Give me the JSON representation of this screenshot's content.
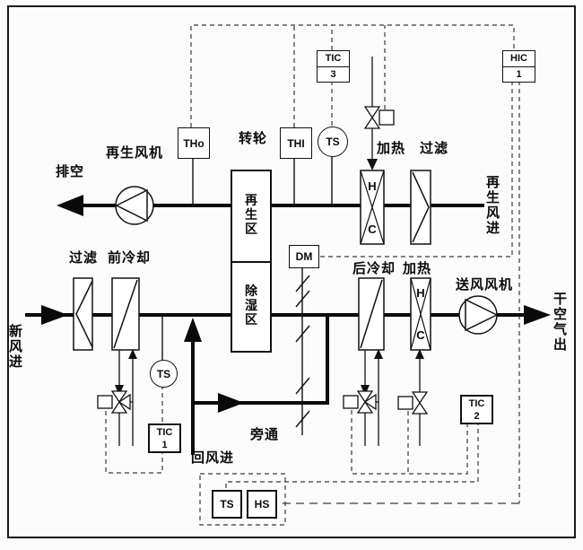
{
  "colors": {
    "line": "#0a0a0a",
    "signal": "#3a3a3a",
    "background": "#fbfbfb"
  },
  "labels": {
    "exhaust": "排空",
    "regen_fan": "再生风机",
    "wheel": "转轮",
    "regen_heat": "加热",
    "regen_filter": "过滤",
    "regen_air_in": "再生风进",
    "fresh_filter": "过滤",
    "pre_cooler": "前冷却",
    "fresh_air_in": "新风进",
    "regen_zone": "再生区",
    "dehumid_zone": "除湿区",
    "after_cooler": "后冷却",
    "supply_heat": "加热",
    "supply_fan": "送风风机",
    "dry_air_out": "干空气出",
    "bypass": "旁通",
    "return_air_in": "回风进"
  },
  "instruments": {
    "tho": "THo",
    "thi": "THI",
    "ts_regen": "TS",
    "tic3_line1": "TIC",
    "tic3_line2": "3",
    "hic1_line1": "HIC",
    "hic1_line2": "1",
    "dm": "DM",
    "ts_fresh": "TS",
    "tic1_line1": "TIC",
    "tic1_line2": "1",
    "tic2_line1": "TIC",
    "tic2_line2": "2",
    "ts_return": "TS",
    "hs_return": "HS"
  },
  "coil_letters": {
    "hot": "H",
    "cold": "C"
  }
}
